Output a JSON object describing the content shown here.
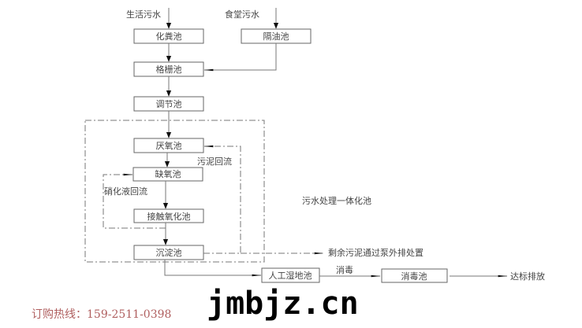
{
  "inputs": {
    "domestic": "生活污水",
    "canteen": "食堂污水"
  },
  "boxes": {
    "septic": "化粪池",
    "grease": "隔油池",
    "grille": "格栅池",
    "adjust": "调节池",
    "anaerobic": "厌氧池",
    "anoxic": "缺氧池",
    "contact_oxidation": "接触氧化池",
    "sedimentation": "沉淀池",
    "wetland": "人工湿地池",
    "disinfection_tank": "消毒池"
  },
  "labels": {
    "sludge_return": "污泥回流",
    "nitrate_return": "硝化液回流",
    "integrated_unit": "污水处理一体化池",
    "excess_sludge": "剩余污泥通过泵外排处置",
    "disinfection": "消毒",
    "discharge": "达标排放"
  },
  "watermark": {
    "site": "jmbjz.cn",
    "phone": "订购热线：159-2511-0398"
  }
}
